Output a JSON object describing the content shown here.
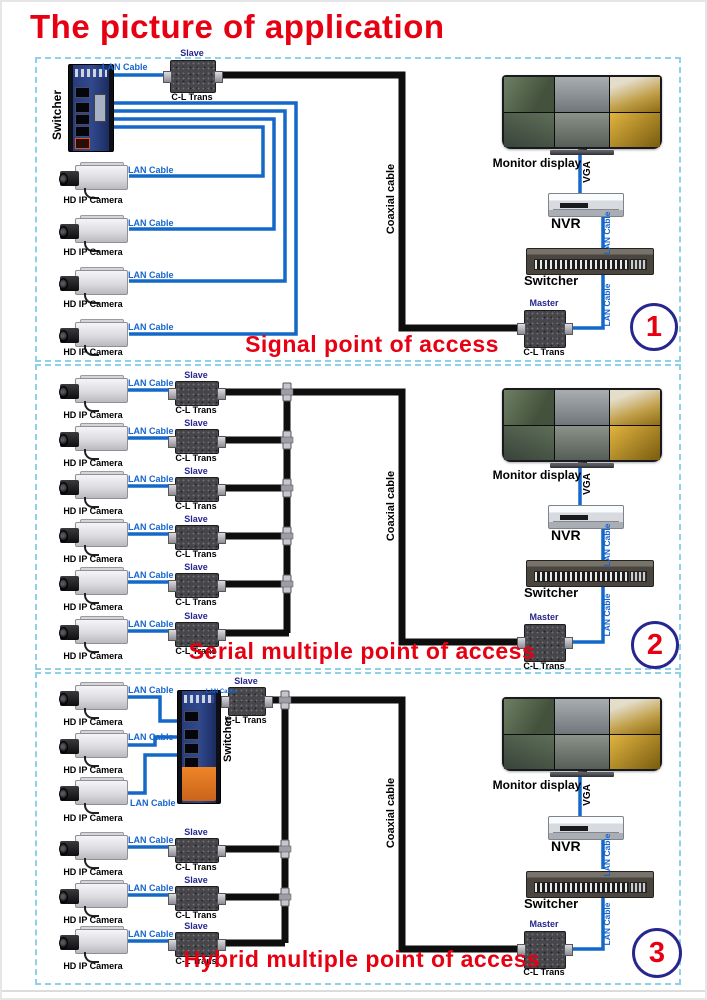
{
  "title": "The picture of application",
  "colors": {
    "title_red": "#e60012",
    "caption_red": "#e60012",
    "lan_label_blue": "#1565cf",
    "lan_cable_blue": "#1468c8",
    "slave_master_navy": "#26268e",
    "coax_black": "#0e0e0e",
    "dashed_border_blue": "#8fd2e8",
    "badge_circle_navy": "#26268e"
  },
  "sections": [
    {
      "badge": "1",
      "caption": "Signal point of access",
      "switcher_vertical": "Switcher",
      "switch_lan_label": "LAN Cable",
      "slave_label": "Slave",
      "slave_device": "C-L Trans",
      "coaxial_label": "Coaxial cable",
      "cameras": [
        {
          "label": "HD IP Camera",
          "cable": "LAN Cable"
        },
        {
          "label": "HD IP Camera",
          "cable": "LAN Cable"
        },
        {
          "label": "HD IP Camera",
          "cable": "LAN Cable"
        },
        {
          "label": "HD IP Camera",
          "cable": "LAN Cable"
        }
      ],
      "monitor_label": "Monitor display",
      "vga_label": "VGA",
      "nvr_label": "NVR",
      "nvr_lan_label": "LAN Cable",
      "rack_label": "Switcher",
      "master_lan_label": "LAN Cable",
      "master_label": "Master",
      "master_device": "C-L Trans"
    },
    {
      "badge": "2",
      "caption": "Serial multiple point of access",
      "coaxial_label": "Coaxial cable",
      "rows": [
        {
          "camera": "HD IP Camera",
          "cable": "LAN Cable",
          "slave": "Slave",
          "device": "C-L Trans"
        },
        {
          "camera": "HD IP Camera",
          "cable": "LAN Cable",
          "slave": "Slave",
          "device": "C-L Trans"
        },
        {
          "camera": "HD IP Camera",
          "cable": "LAN Cable",
          "slave": "Slave",
          "device": "C-L Trans"
        },
        {
          "camera": "HD IP Camera",
          "cable": "LAN Cable",
          "slave": "Slave",
          "device": "C-L Trans"
        },
        {
          "camera": "HD IP Camera",
          "cable": "LAN Cable",
          "slave": "Slave",
          "device": "C-L Trans"
        },
        {
          "camera": "HD IP Camera",
          "cable": "LAN Cable",
          "slave": "Slave",
          "device": "C-L Trans"
        }
      ],
      "monitor_label": "Monitor display",
      "vga_label": "VGA",
      "nvr_label": "NVR",
      "nvr_lan_label": "LAN Cable",
      "rack_label": "Switcher",
      "master_lan_label": "LAN Cable",
      "master_label": "Master",
      "master_device": "C-L Trans"
    },
    {
      "badge": "3",
      "caption": "Hybrid multiple point of access",
      "switcher_vertical": "Switcher",
      "switch_lan_label": "LAN Cable",
      "top_slave": {
        "label": "Slave",
        "device": "C-L Trans"
      },
      "lan_rows": [
        {
          "camera": "HD IP Camera",
          "cable": "LAN Cable"
        },
        {
          "camera": "HD IP Camera",
          "cable": "LAN Cable"
        },
        {
          "camera": "HD IP Camera",
          "cable": "LAN Cable"
        }
      ],
      "slave_rows": [
        {
          "camera": "HD IP Camera",
          "cable": "LAN Cable",
          "slave": "Slave",
          "device": "C-L Trans"
        },
        {
          "camera": "HD IP Camera",
          "cable": "LAN Cable",
          "slave": "Slave",
          "device": "C-L Trans"
        },
        {
          "camera": "HD IP Camera",
          "cable": "LAN Cable",
          "slave": "Slave",
          "device": "C-L Trans"
        }
      ],
      "coaxial_label": "Coaxial cable",
      "monitor_label": "Monitor display",
      "vga_label": "VGA",
      "nvr_label": "NVR",
      "nvr_lan_label": "LAN Cable",
      "rack_label": "Switcher",
      "master_lan_label": "LAN Cable",
      "master_label": "Master",
      "master_device": "C-L Trans"
    }
  ]
}
